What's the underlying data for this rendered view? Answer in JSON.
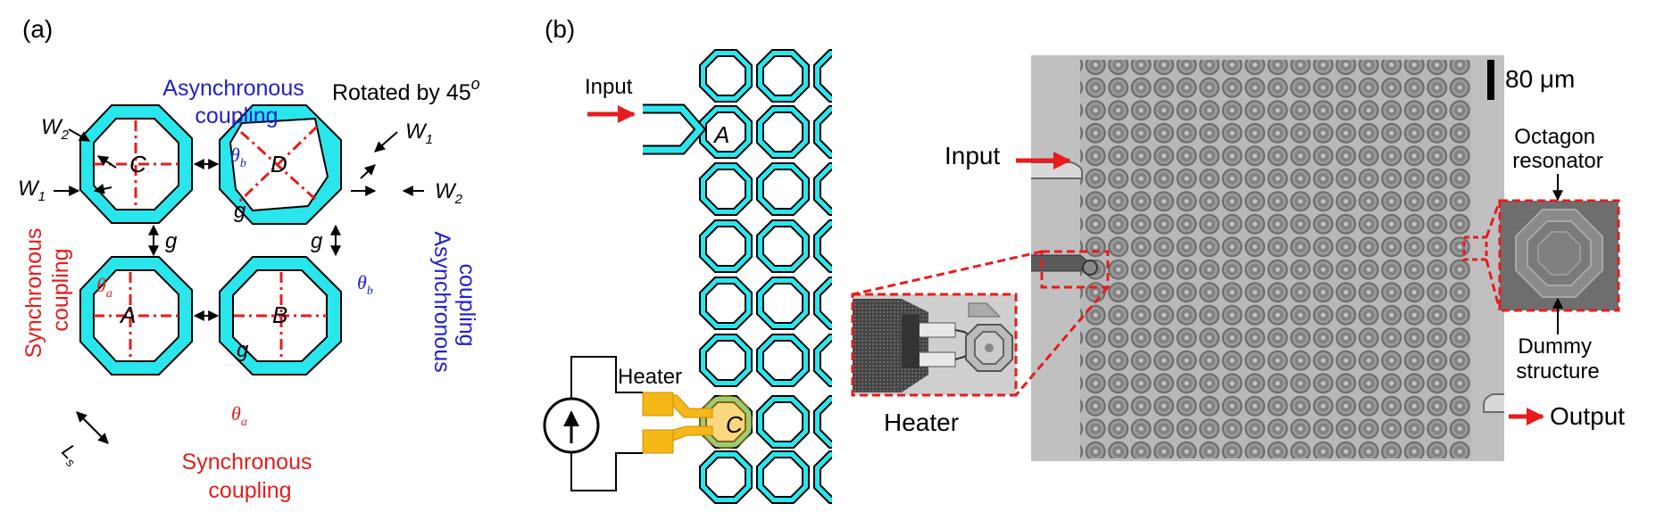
{
  "panel_a": {
    "label": "(a)",
    "rotated": "Rotated by 45",
    "rotated_sup": "o",
    "async_top_1": "Asynchronous",
    "async_top_2": "coupling",
    "async_right_1": "Asynchronous",
    "async_right_2": "coupling",
    "sync_left_1": "Synchronous",
    "sync_left_2": "coupling",
    "sync_bottom_1": "Synchronous",
    "sync_bottom_2": "coupling",
    "res_a": "A",
    "res_b": "B",
    "res_c": "C",
    "res_d": "D",
    "w": "W",
    "sub1": "1",
    "sub2": "2",
    "theta": "θ",
    "sub_a": "a",
    "sub_b": "b",
    "gap": "g",
    "ls": "L",
    "ls_sub": "s"
  },
  "panel_b": {
    "label": "(b)",
    "input": "Input",
    "heater": "Heater",
    "res_a": "A",
    "res_c": "C"
  },
  "panel_c": {
    "scale": "80 μm",
    "input": "Input",
    "output": "Output",
    "heater": "Heater",
    "octagon_1": "Octagon",
    "octagon_2": "resonator",
    "dummy_1": "Dummy",
    "dummy_2": "structure"
  },
  "colors": {
    "cyan": "#29e6ec",
    "red": "#e51d1d",
    "blue": "#1f1fd2",
    "heater": "#f6b816",
    "micrograph_bg": "#bcbcbc"
  }
}
